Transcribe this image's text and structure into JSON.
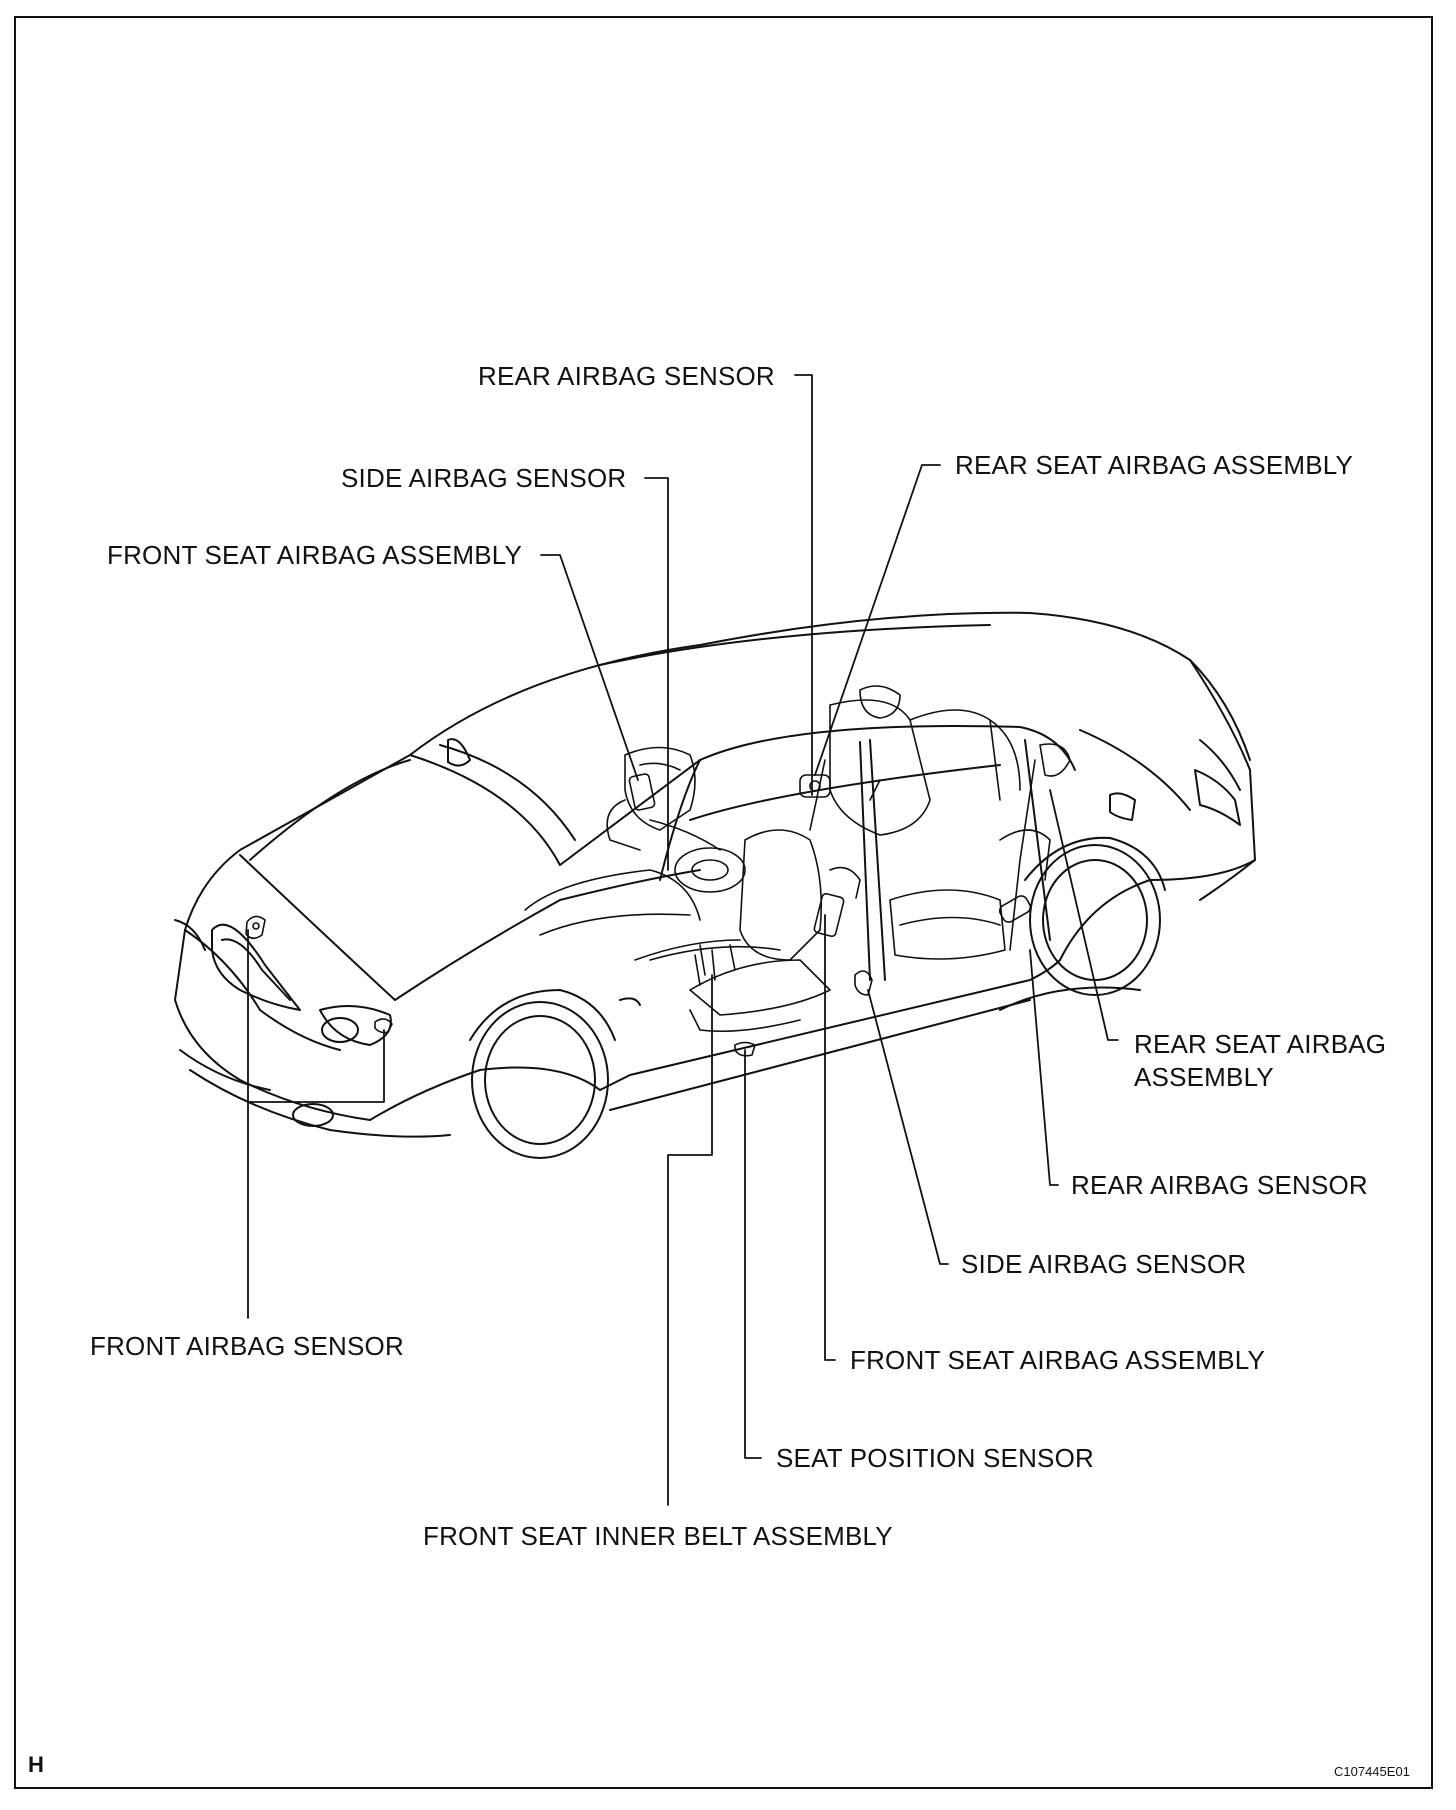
{
  "labels": {
    "rear_airbag_sensor_top": "REAR AIRBAG SENSOR",
    "side_airbag_sensor_top": "SIDE AIRBAG SENSOR",
    "front_seat_airbag_assembly_top": "FRONT SEAT AIRBAG ASSEMBLY",
    "rear_seat_airbag_assembly_top": "REAR SEAT AIRBAG ASSEMBLY",
    "rear_seat_airbag_assembly_right_line1": "REAR SEAT AIRBAG",
    "rear_seat_airbag_assembly_right_line2": "ASSEMBLY",
    "rear_airbag_sensor_right": "REAR AIRBAG SENSOR",
    "side_airbag_sensor_right": "SIDE AIRBAG SENSOR",
    "front_seat_airbag_assembly_right": "FRONT SEAT AIRBAG ASSEMBLY",
    "seat_position_sensor": "SEAT POSITION SENSOR",
    "front_seat_inner_belt_assembly": "FRONT SEAT INNER BELT ASSEMBLY",
    "front_airbag_sensor": "FRONT AIRBAG SENSOR"
  },
  "corner_letter": "H",
  "figure_code": "C107445E01",
  "colors": {
    "line": "#111111",
    "background": "#ffffff"
  }
}
